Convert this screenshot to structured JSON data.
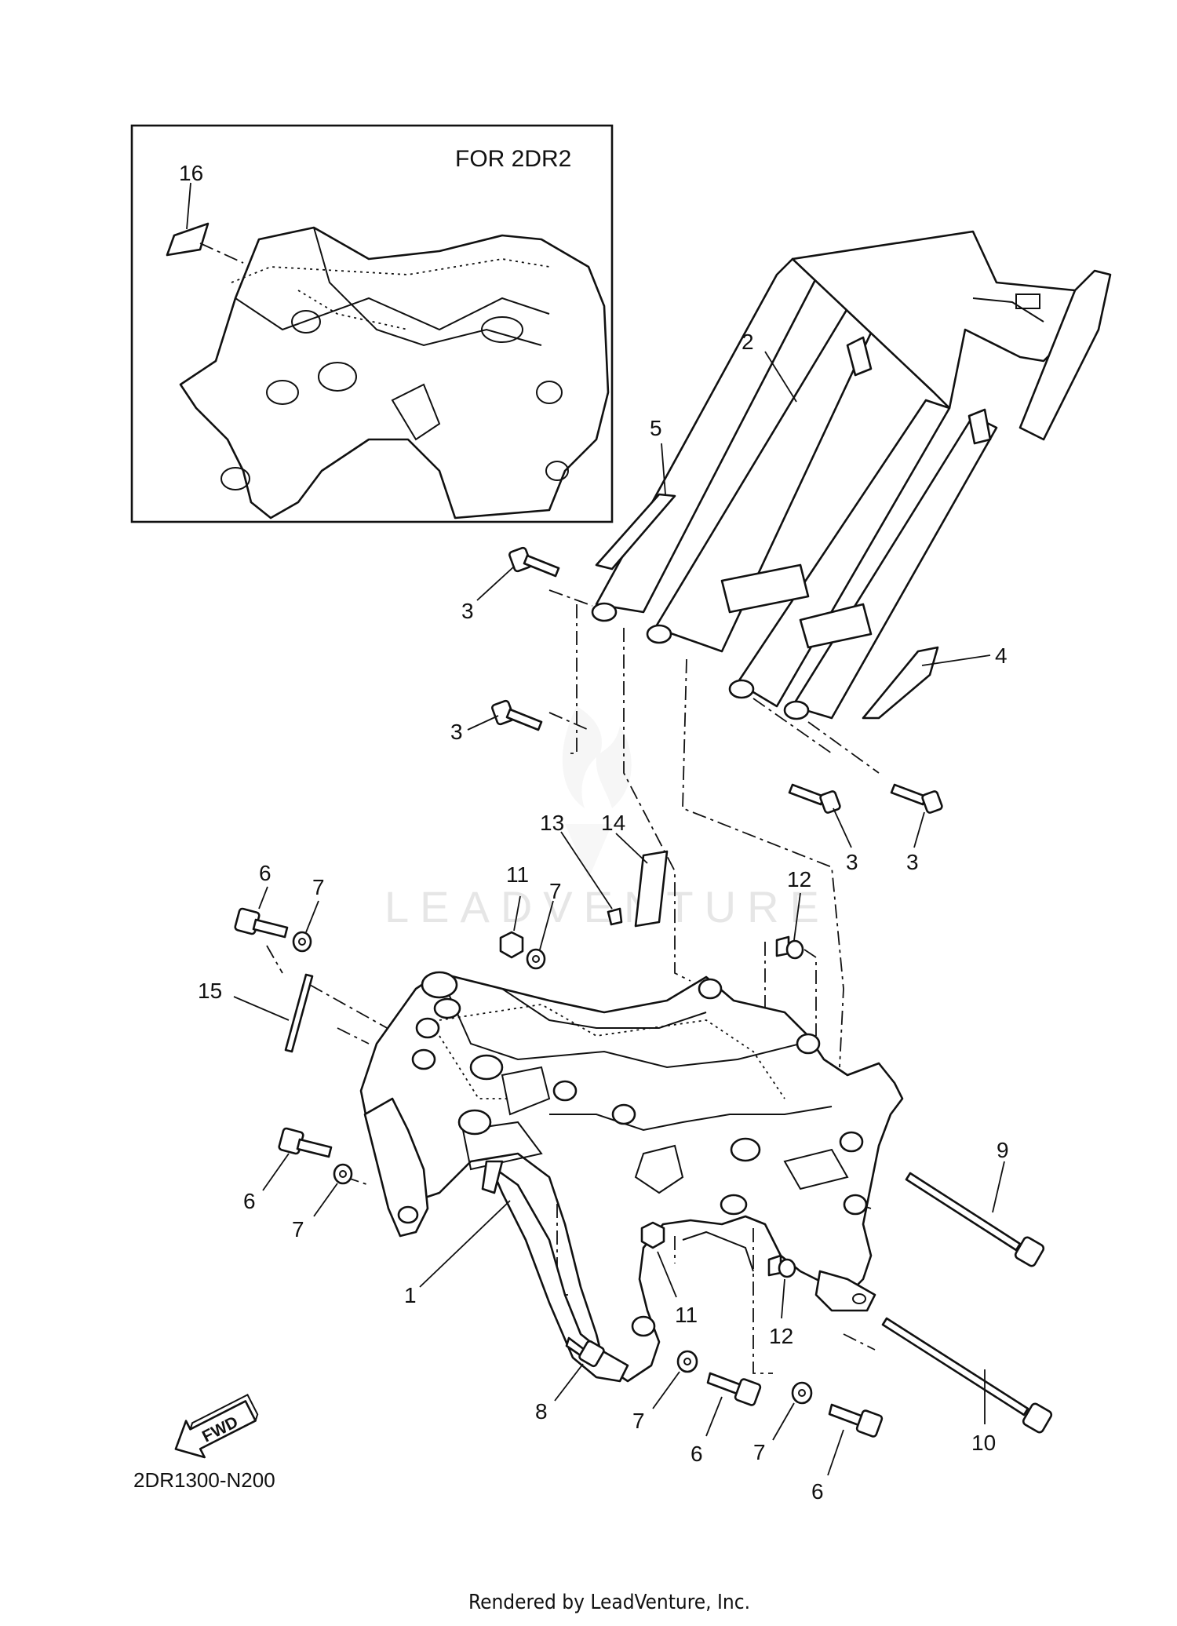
{
  "inset": {
    "title": "FOR 2DR2"
  },
  "callouts": [
    {
      "id": "c1",
      "text": "1"
    },
    {
      "id": "c2",
      "text": "2"
    },
    {
      "id": "c3a",
      "text": "3"
    },
    {
      "id": "c3b",
      "text": "3"
    },
    {
      "id": "c3c",
      "text": "3"
    },
    {
      "id": "c3d",
      "text": "3"
    },
    {
      "id": "c4",
      "text": "4"
    },
    {
      "id": "c5",
      "text": "5"
    },
    {
      "id": "c6a",
      "text": "6"
    },
    {
      "id": "c6b",
      "text": "6"
    },
    {
      "id": "c6c",
      "text": "6"
    },
    {
      "id": "c6d",
      "text": "6"
    },
    {
      "id": "c7a",
      "text": "7"
    },
    {
      "id": "c7b",
      "text": "7"
    },
    {
      "id": "c7c",
      "text": "7"
    },
    {
      "id": "c7d",
      "text": "7"
    },
    {
      "id": "c7e",
      "text": "7"
    },
    {
      "id": "c8",
      "text": "8"
    },
    {
      "id": "c9",
      "text": "9"
    },
    {
      "id": "c10",
      "text": "10"
    },
    {
      "id": "c11a",
      "text": "11"
    },
    {
      "id": "c11b",
      "text": "11"
    },
    {
      "id": "c12a",
      "text": "12"
    },
    {
      "id": "c12b",
      "text": "12"
    },
    {
      "id": "c13",
      "text": "13"
    },
    {
      "id": "c14",
      "text": "14"
    },
    {
      "id": "c15",
      "text": "15"
    },
    {
      "id": "c16",
      "text": "16"
    }
  ],
  "fwd_arrow": {
    "label": "FWD"
  },
  "diagram_code": "2DR1300-N200",
  "watermark": "LEADVENTURE",
  "footer": "Rendered by LeadVenture, Inc."
}
